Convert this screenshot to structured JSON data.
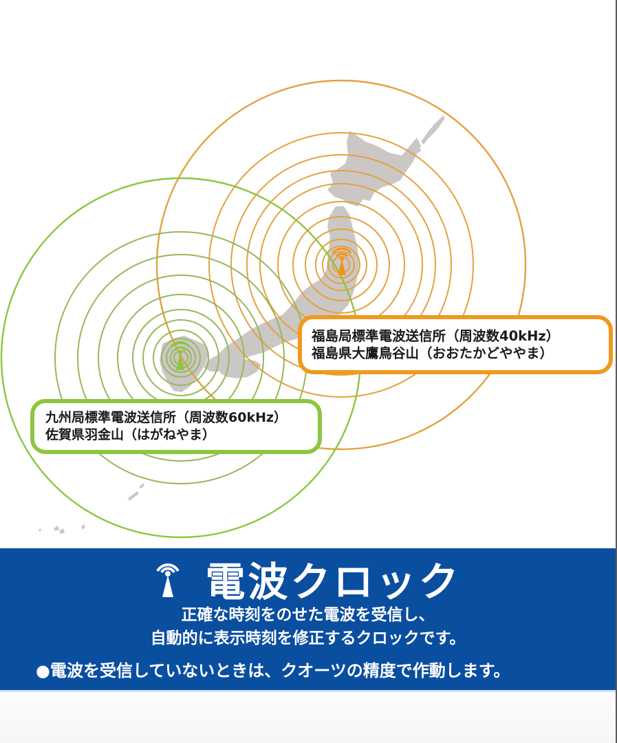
{
  "colors": {
    "fukushima_orange": "#ef9a1e",
    "kyushu_green": "#8cc63f",
    "banner_blue": "#0a4ea0",
    "map_gray": "#cbc7c5"
  },
  "stations": [
    {
      "id": "fukushima",
      "name_line": "福島局標準電波送信所（周波数40kHz）",
      "location_line": "福島県大鷹鳥谷山（おおたかどややま）",
      "frequency": "40kHz",
      "color": "#ef9a1e"
    },
    {
      "id": "kyushu",
      "name_line": "九州局標準電波送信所（周波数60kHz）",
      "location_line": "佐賀県羽金山（はがねやま）",
      "frequency": "60kHz",
      "color": "#8cc63f"
    }
  ],
  "banner": {
    "icon": "antenna-icon",
    "title": "電波クロック",
    "description_lines": [
      "正確な時刻をのせた電波を受信し、",
      "自動的に表示時刻を修正するクロックです。"
    ],
    "note": "●電波を受信していないときは、クオーツの精度で作動します。"
  }
}
